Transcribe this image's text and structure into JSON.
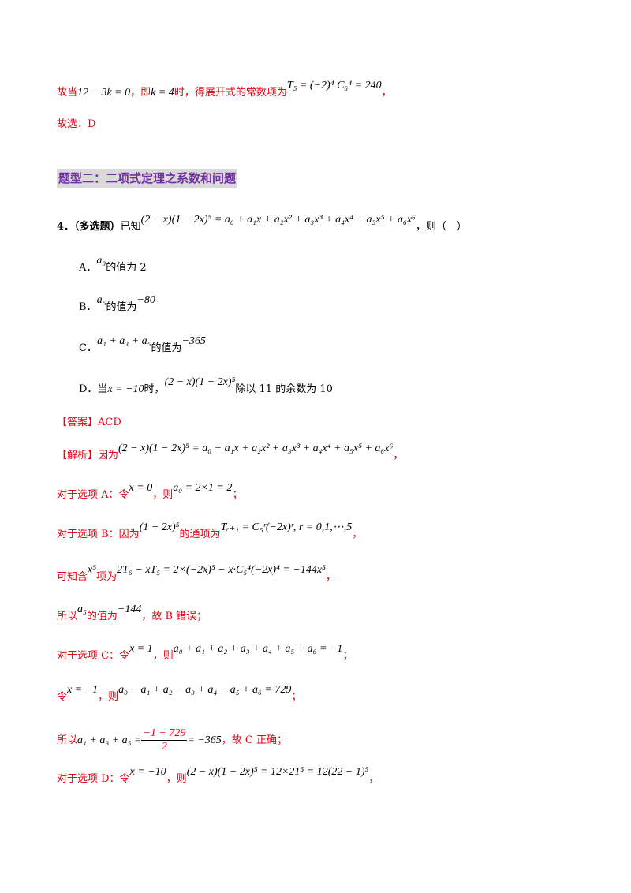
{
  "doc": {
    "l1": {
      "t1": "故当",
      "m1": "12 − 3k = 0",
      "t2": "，即",
      "m2": "k = 4",
      "t3": "时，得展开式的常数项为",
      "m3": "T₅ = (−2)⁴ C₆⁴ = 240",
      "t4": "，"
    },
    "l2": {
      "t1": "故选：D"
    },
    "heading": "题型二：二项式定理之系数和问题",
    "q4": {
      "num": "4．",
      "tag": "（多选题）",
      "t1": "已知",
      "m1": "(2 − x)(1 − 2x)⁵ = a₀ + a₁x + a₂x² + a₃x³ + a₄x⁴ + a₅x⁵ + a₆x⁶",
      "t2": "，则（　）",
      "opts": [
        {
          "label": "A．",
          "m": "a₀",
          "t": "的值为 2"
        },
        {
          "label": "B．",
          "m": "a₅",
          "t": "的值为",
          "m2": "−80"
        },
        {
          "label": "C．",
          "m": "a₁ + a₃ + a₅",
          "t": "的值为",
          "m2": "−365"
        },
        {
          "label": "D．当",
          "m": "x = −10",
          "t": "时，",
          "m2": "(2 − x)(1 − 2x)⁵",
          "t2": "除以 11 的余数为 10"
        }
      ]
    },
    "ans": {
      "label": "【答案】ACD"
    },
    "sol": {
      "l1": {
        "t1": "【解析】因为",
        "m1": "(2 − x)(1 − 2x)⁵ = a₀ + a₁x + a₂x² + a₃x³ + a₄x⁴ + a₅x⁵ + a₆x⁶",
        "t2": "，"
      },
      "l2": {
        "t1": "对于选项 A：令",
        "m1": "x = 0",
        "t2": "，则",
        "m2": "a₀ = 2×1 = 2",
        "t3": "；"
      },
      "l3": {
        "t1": "对于选项 B：因为",
        "m1": "(1 − 2x)⁵",
        "t2": "的通项为",
        "m2": "Tᵣ₊₁ = C₅ʳ(−2x)ʳ, r = 0,1,⋯,5",
        "t3": "，"
      },
      "l4": {
        "t1": "可知含",
        "m1": "x⁵",
        "t2": "项为",
        "m2": "2T₆ − xT₅ = 2×(−2x)⁵ − x·C₅⁴(−2x)⁴ = −144x⁵",
        "t3": "，"
      },
      "l5": {
        "t1": "所以",
        "m1": "a₅",
        "t2": "的值为",
        "m2": "−144",
        "t3": "，故 B 错误；"
      },
      "l6": {
        "t1": "对于选项 C：令",
        "m1": "x = 1",
        "t2": "，则",
        "m2": "a₀ + a₁ + a₂ + a₃ + a₄ + a₅ + a₆ = −1",
        "t3": "；"
      },
      "l7": {
        "t1": "令",
        "m1": "x = −1",
        "t2": "，则",
        "m2": "a₀ − a₁ + a₂ − a₃ + a₄ − a₅ + a₆ = 729",
        "t3": "；"
      },
      "l8": {
        "t1": "所以",
        "m1": "a₁ + a₃ + a₅ =",
        "fn": "−1 − 729",
        "fd": "2",
        "m2": "= −365",
        "t2": "，故 C 正确；"
      },
      "l9": {
        "t1": "对于选项 D：令",
        "m1": "x = −10",
        "t2": "，则",
        "m2": "(2 − x)(1 − 2x)⁵ = 12×21⁵ = 12(22 − 1)⁵",
        "t3": "，"
      }
    },
    "colors": {
      "answer_red": "#e60012",
      "heading_purple": "#7030a0",
      "heading_bg": "#d9d9d9"
    }
  }
}
